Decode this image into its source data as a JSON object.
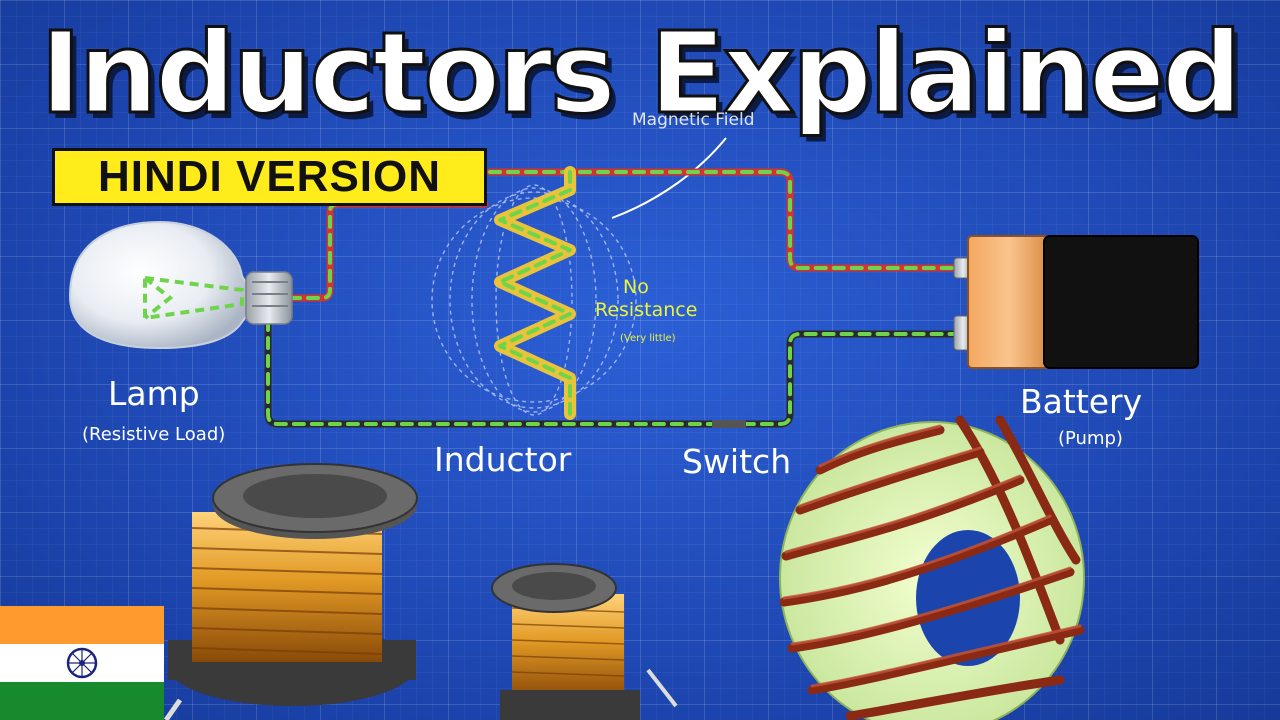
{
  "title": "Inductors Explained",
  "badge": "HINDI VERSION",
  "labels": {
    "lamp": "Lamp",
    "lamp_sub": "(Resistive Load)",
    "inductor": "Inductor",
    "switch": "Switch",
    "battery": "Battery",
    "battery_sub": "(Pump)",
    "no_resistance_1": "No",
    "no_resistance_2": "Resistance",
    "very_little": "(Very little)",
    "magnetic_field": "Magnetic Field"
  },
  "colors": {
    "background": "#1f49b8",
    "positive_wire": "#d6332f",
    "negative_wire": "#2a2a2a",
    "current_dash": "#6fd44a",
    "badge": "#ffec1a",
    "label_highlight": "#e9f53a"
  },
  "flag": "india-flag"
}
